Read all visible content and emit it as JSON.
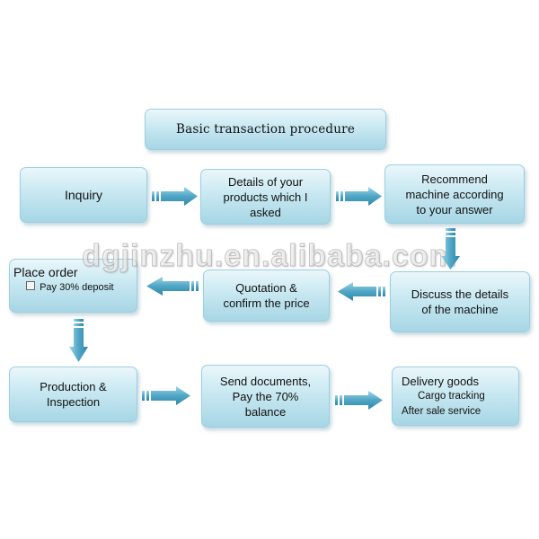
{
  "title": "Basic transaction procedure",
  "watermark": "dgjinzhu.en.alibaba.com",
  "colors": {
    "box_fill": "#c8e8f1",
    "box_border": "#9ccfe0",
    "arrow": "#5fb3cf"
  },
  "steps": {
    "inquiry": {
      "lines": [
        "Inquiry"
      ]
    },
    "details": {
      "lines": [
        "Details of your",
        "products which I",
        "asked"
      ]
    },
    "recommend": {
      "lines": [
        "Recommend",
        "machine according",
        "to your answer"
      ]
    },
    "discuss": {
      "lines": [
        "Discuss the details",
        "of the machine"
      ]
    },
    "quotation": {
      "lines": [
        "Quotation &",
        "confirm the price"
      ]
    },
    "place_order": {
      "line1": "Place order",
      "line2": "Pay 30% deposit"
    },
    "production": {
      "lines": [
        "Production &",
        "Inspection"
      ]
    },
    "send_docs": {
      "lines": [
        "Send documents,",
        "Pay the 70%",
        "balance"
      ]
    },
    "delivery": {
      "line1": "Delivery goods",
      "line2": "Cargo tracking",
      "line3": "After sale service"
    }
  }
}
